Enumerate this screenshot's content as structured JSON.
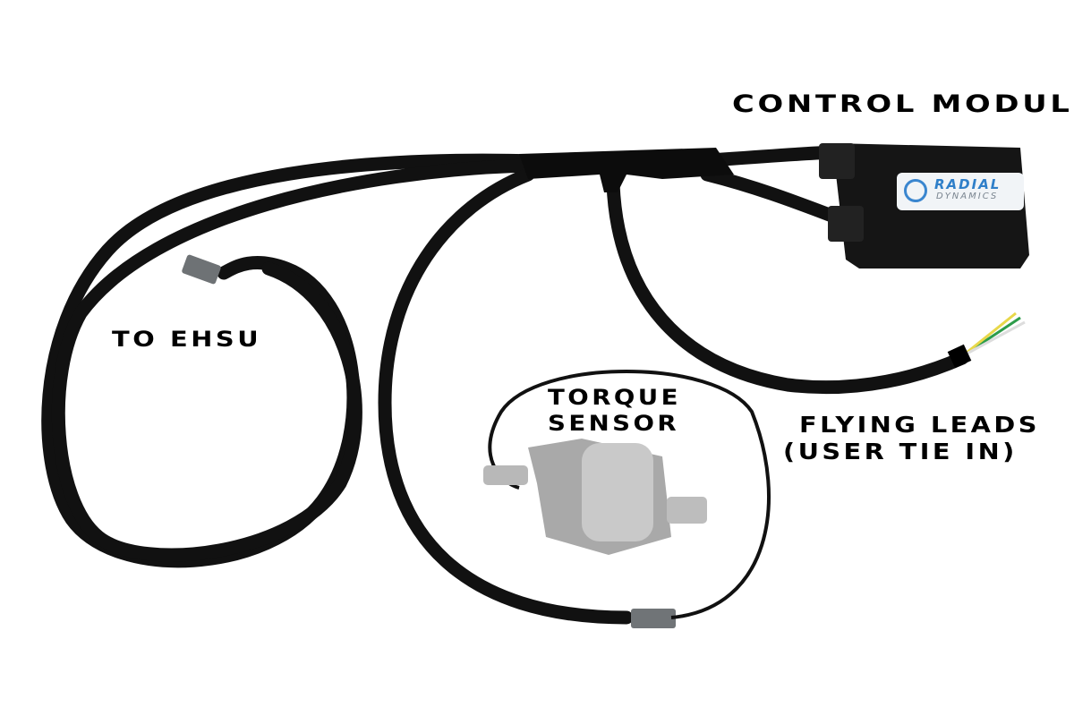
{
  "labels": {
    "control_module": "CONTROL MODULE",
    "to_ehsu": "TO EHSU",
    "torque_sensor_line1": "TORQUE",
    "torque_sensor_line2": "SENSOR",
    "flying_leads_line1": "FLYING LEADS",
    "flying_leads_line2": "(USER TIE IN)"
  },
  "logo": {
    "brand_line1": "RADIAL",
    "brand_line2": "DYNAMICS",
    "brand_color": "#2f7fc9"
  }
}
